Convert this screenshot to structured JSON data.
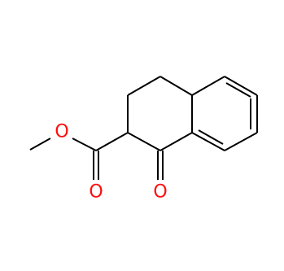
{
  "molecule": {
    "atoms": [
      {
        "id": "o-ester",
        "label": "O",
        "color": "#ff0d0d"
      },
      {
        "id": "o-carbonyl-ester",
        "label": "O",
        "color": "#ff0d0d"
      },
      {
        "id": "o-ketone",
        "label": "O",
        "color": "#ff0d0d"
      }
    ],
    "bond_color": "#000000"
  }
}
